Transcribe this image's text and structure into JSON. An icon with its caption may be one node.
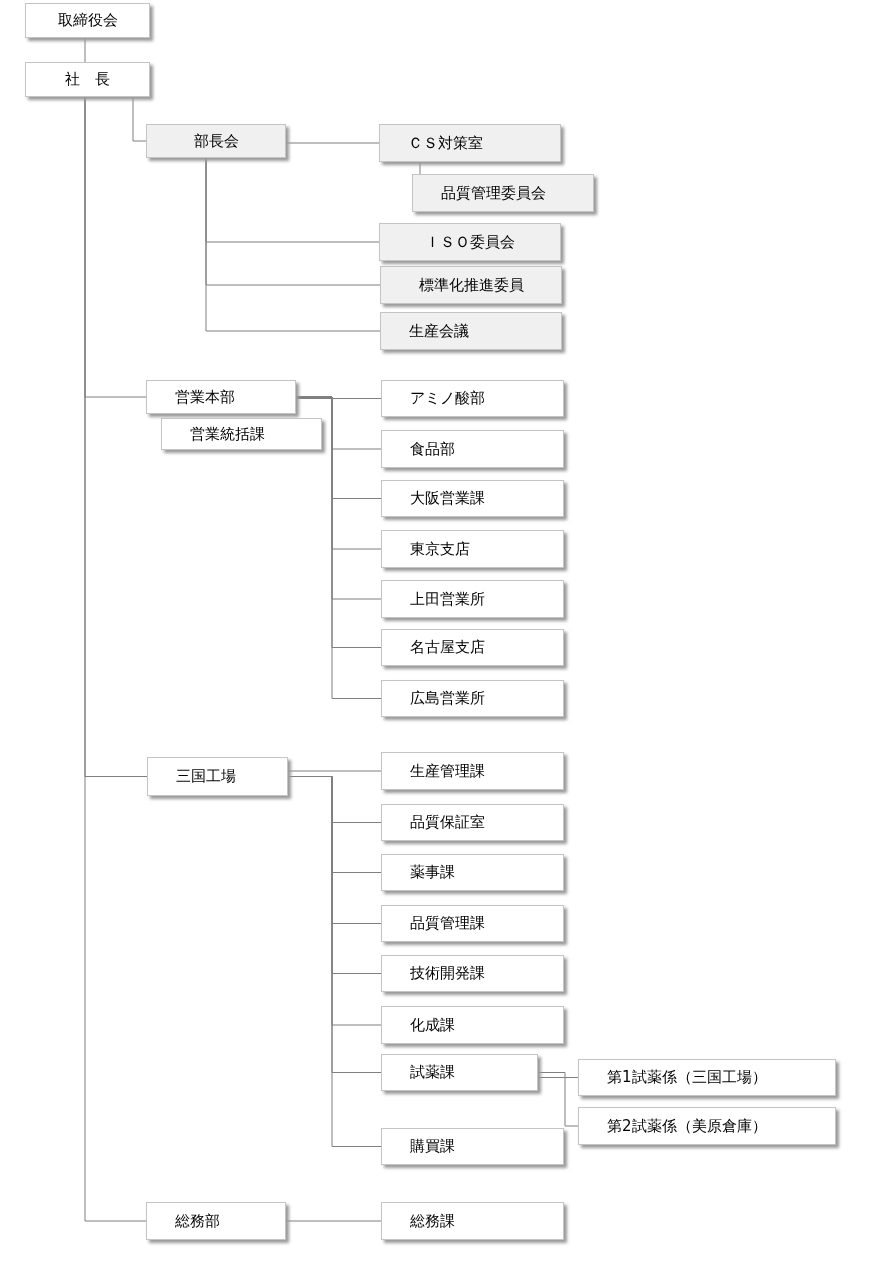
{
  "diagram": {
    "nodes": [
      {
        "text": [
          "取締役会"
        ]
      },
      {
        "text": [
          "社　長"
        ]
      },
      {
        "text": [
          "部長会"
        ]
      },
      {
        "text": [
          "ＣＳ対策室"
        ]
      },
      {
        "text": [
          "品質管理委員会"
        ]
      },
      {
        "text": [
          "ＩＳＯ委員会"
        ]
      },
      {
        "text": [
          "標準化推進委員"
        ]
      },
      {
        "text": [
          "生産会議"
        ]
      },
      {
        "text": [
          "営業本部"
        ]
      },
      {
        "text": [
          "営業統括課"
        ]
      },
      {
        "text": [
          "アミノ酸部"
        ]
      },
      {
        "text": [
          "食品部"
        ]
      },
      {
        "text": [
          "大阪営業課"
        ]
      },
      {
        "text": [
          "東京支店"
        ]
      },
      {
        "text": [
          "上田営業所"
        ]
      },
      {
        "text": [
          "名古屋支店"
        ]
      },
      {
        "text": [
          "広島営業所"
        ]
      },
      {
        "text": [
          "三国工場"
        ]
      },
      {
        "text": [
          "生産管理課"
        ]
      },
      {
        "text": [
          "品質保証室"
        ]
      },
      {
        "text": [
          "薬事課"
        ]
      },
      {
        "text": [
          "品質管理課"
        ]
      },
      {
        "text": [
          "技術開発課"
        ]
      },
      {
        "text": [
          "化成課"
        ]
      },
      {
        "text": [
          "試薬課"
        ]
      },
      {
        "text": [
          "第1試薬係（三国工場）"
        ]
      },
      {
        "text": [
          "第2試薬係（美原倉庫）"
        ]
      },
      {
        "text": [
          "購買課"
        ]
      },
      {
        "text": [
          "総務部"
        ]
      },
      {
        "text": [
          "総務課"
        ]
      }
    ],
    "edges": [
      {
        "from": 0,
        "to": 1,
        "arrow": "none"
      },
      {
        "from": 1,
        "to": 2,
        "arrow": "none"
      },
      {
        "from": 1,
        "to": 8,
        "arrow": "none"
      },
      {
        "from": 1,
        "to": 17,
        "arrow": "none"
      },
      {
        "from": 1,
        "to": 28,
        "arrow": "none"
      },
      {
        "from": 2,
        "to": 3,
        "arrow": "none"
      },
      {
        "from": 3,
        "to": 4,
        "arrow": "none"
      },
      {
        "from": 2,
        "to": 5,
        "arrow": "none"
      },
      {
        "from": 2,
        "to": 6,
        "arrow": "none"
      },
      {
        "from": 2,
        "to": 7,
        "arrow": "none"
      },
      {
        "from": 8,
        "to": 10,
        "arrow": "none"
      },
      {
        "from": 8,
        "to": 11,
        "arrow": "none"
      },
      {
        "from": 8,
        "to": 12,
        "arrow": "none"
      },
      {
        "from": 8,
        "to": 13,
        "arrow": "none"
      },
      {
        "from": 8,
        "to": 14,
        "arrow": "none"
      },
      {
        "from": 8,
        "to": 15,
        "arrow": "none"
      },
      {
        "from": 8,
        "to": 16,
        "arrow": "none"
      },
      {
        "from": 17,
        "to": 18,
        "arrow": "none"
      },
      {
        "from": 17,
        "to": 19,
        "arrow": "none"
      },
      {
        "from": 17,
        "to": 20,
        "arrow": "none"
      },
      {
        "from": 17,
        "to": 21,
        "arrow": "none"
      },
      {
        "from": 17,
        "to": 22,
        "arrow": "none"
      },
      {
        "from": 17,
        "to": 23,
        "arrow": "none"
      },
      {
        "from": 17,
        "to": 24,
        "arrow": "none"
      },
      {
        "from": 17,
        "to": 27,
        "arrow": "none"
      },
      {
        "from": 24,
        "to": 25,
        "arrow": "none"
      },
      {
        "from": 24,
        "to": 26,
        "arrow": "none"
      },
      {
        "from": 28,
        "to": 29,
        "arrow": "none"
      }
    ]
  }
}
